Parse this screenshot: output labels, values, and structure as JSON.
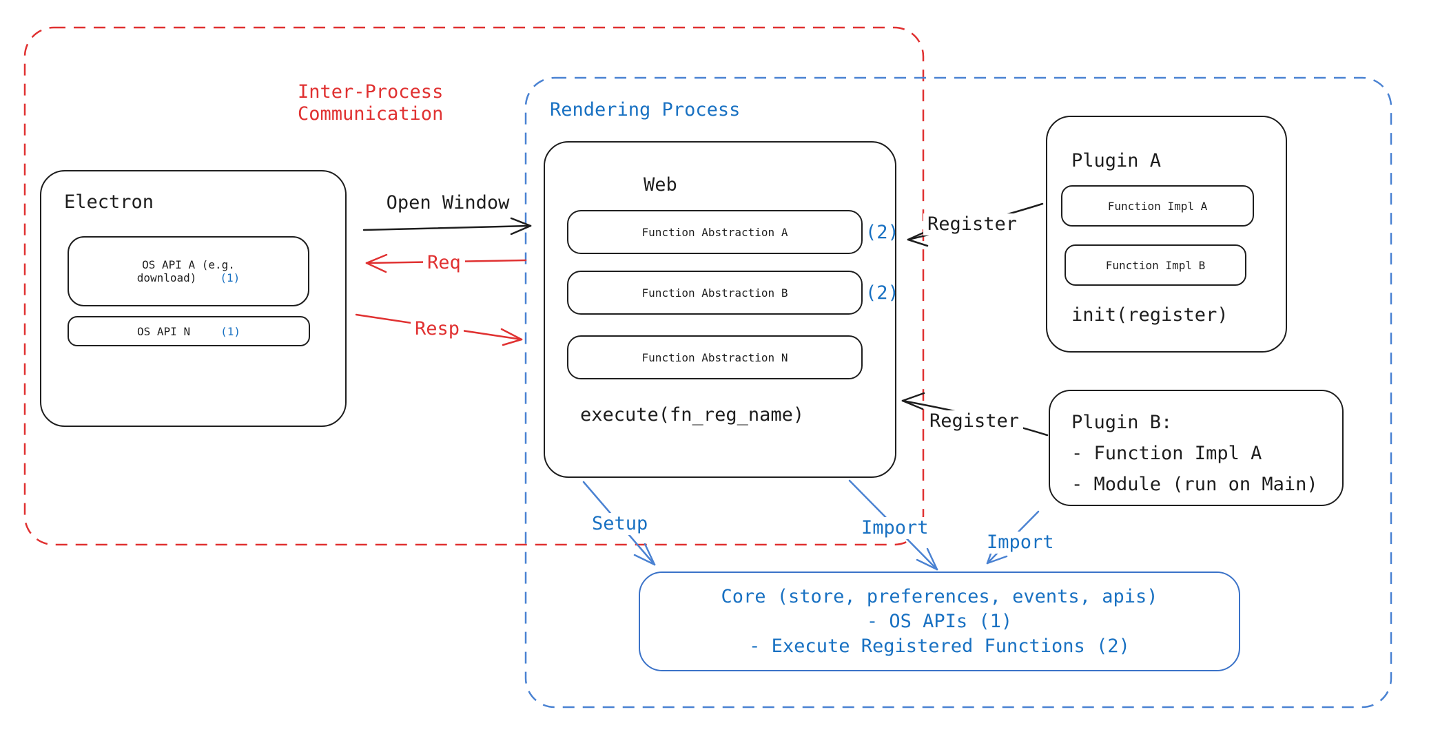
{
  "colors": {
    "black": "#1e1e1e",
    "red": "#e03131",
    "blue_text": "#1971c2",
    "blue_line": "#4a82d2"
  },
  "ipc_group": {
    "title_line1": "Inter-Process",
    "title_line2": "Communication"
  },
  "rendering_group": {
    "title": "Rendering Process"
  },
  "electron": {
    "title": "Electron",
    "os_api_a": {
      "line1": "OS API A (e.g.",
      "line2": "download)",
      "badge": "(1)"
    },
    "os_api_n": {
      "label": "OS API N",
      "badge": "(1)"
    }
  },
  "web": {
    "title": "Web",
    "abstractions": [
      {
        "label": "Function Abstraction A",
        "badge": "(2)"
      },
      {
        "label": "Function Abstraction B",
        "badge": "(2)"
      },
      {
        "label": "Function Abstraction N",
        "badge": ""
      }
    ],
    "execute": "execute(fn_reg_name)"
  },
  "plugin_a": {
    "title": "Plugin A",
    "impls": [
      {
        "label": "Function Impl A"
      },
      {
        "label": "Function Impl B"
      }
    ],
    "init": "init(register)"
  },
  "plugin_b": {
    "title": "Plugin B:",
    "items": [
      "- Function Impl A",
      "- Module (run on Main)"
    ]
  },
  "core": {
    "line1": "Core (store, preferences, events, apis)",
    "line2": "- OS APIs (1)",
    "line3": "- Execute Registered Functions (2)"
  },
  "arrows": {
    "open_window": "Open Window",
    "req": "Req",
    "resp": "Resp",
    "register_a": "Register",
    "register_b": "Register",
    "setup": "Setup",
    "import_web": "Import",
    "import_plugin_b": "Import"
  }
}
